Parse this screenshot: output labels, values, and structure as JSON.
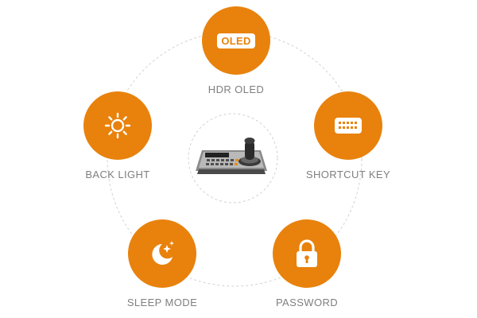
{
  "colors": {
    "accent": "#e8820c",
    "label": "#7f7f7f",
    "ring": "#cfcfcf"
  },
  "center": {
    "icon": "ptz-keyboard-controller"
  },
  "features": {
    "oled": {
      "label": "HDR OLED",
      "badge": "OLED",
      "icon": "oled-badge"
    },
    "backlight": {
      "label": "BACK LIGHT",
      "icon": "sun-icon"
    },
    "shortcut": {
      "label": "SHORTCUT KEY",
      "icon": "keyboard-icon"
    },
    "sleep": {
      "label": "SLEEP MODE",
      "icon": "moon-stars-icon"
    },
    "password": {
      "label": "PASSWORD",
      "icon": "padlock-icon"
    }
  }
}
